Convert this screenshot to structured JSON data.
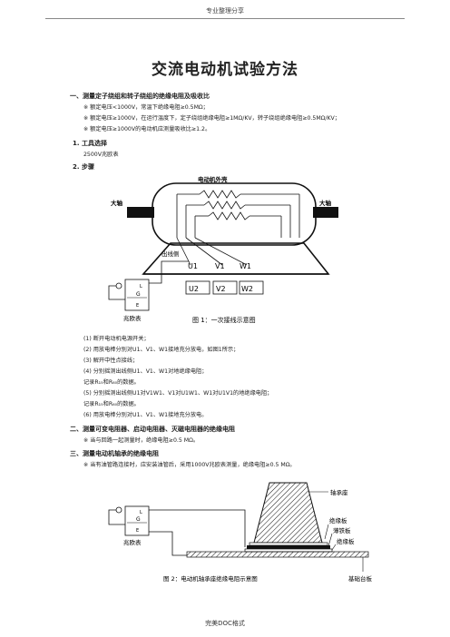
{
  "header": {
    "text": "专业整理分享"
  },
  "footer": {
    "text": "完美DOC格式"
  },
  "title": "交流电动机试验方法",
  "sections": {
    "s1_title": "一、测量定子绕组和转子绕组的绝缘电阻及吸收比",
    "s1_lines": [
      "※ 额定电压<1000V，常温下绝缘电阻≥0.5MΩ；",
      "※ 额定电压≥1000V，在运行温度下，定子绕组绝缘电阻≥1MΩ/KV，转子绕组绝缘电阻≥0.5MΩ/KV；",
      "※ 额定电压≥1000V的电动机应测量吸收比≥1.2。"
    ],
    "tools_title": "1. 工具选择",
    "tools_value": "2500V兆欧表",
    "steps_title": "2. 步骤",
    "steps": [
      "(1) 断开电动机电源开关；",
      "(2) 用放电棒分别对U1、V1、W1接地充分放电，如图1所示；",
      "(3) 解开中性点接线；",
      "(4) 分别摇测出线侧U1、V1、W1对地绝缘电阻；",
      "    记录R₁₅和R₆₀的数据。",
      "(5) 分别摇测出线侧U1对V1W1、V1对U1W1、W1对U1V1的地绝缘电阻；",
      "    记录R₁₅和R₆₀的数据。",
      "(6) 用放电棒分别对U1、V1、W1接地充分放电。"
    ],
    "s2_title": "二、测量可变电阻器、启动电阻器、灭磁电阻器的绝缘电阻",
    "s2_line": "※ 当与回路一起测量时，绝缘电阻≥0.5 MΩ。",
    "s3_title": "三、测量电动机轴承的绝缘电阻",
    "s3_line": "※ 当有油管路连接时，应安装油管后，采用1000V兆欧表测量，绝缘电阻≥0.5 MΩ。"
  },
  "fig1": {
    "label_shell": "电动机外壳",
    "label_shaft_left": "大轴",
    "label_shaft_right": "大轴",
    "label_outlet": "出线侧",
    "t_u1": "U1",
    "t_v1": "V1",
    "t_w1": "W1",
    "t_u2": "U2",
    "t_v2": "V2",
    "t_w2": "W2",
    "meter_l": "L",
    "meter_g": "G",
    "meter_e": "E",
    "meter_name": "兆欧表",
    "caption": "图 1：一次接线示意图"
  },
  "fig2": {
    "label_seat": "轴承座",
    "label_ins1": "绝缘板",
    "label_foil": "薄铁板",
    "label_ins2": "绝缘板",
    "label_base": "基础台板",
    "meter_l": "L",
    "meter_g": "G",
    "meter_e": "E",
    "meter_name": "兆欧表",
    "caption": "图 2：电动机轴承座绝缘电阻示意图"
  }
}
